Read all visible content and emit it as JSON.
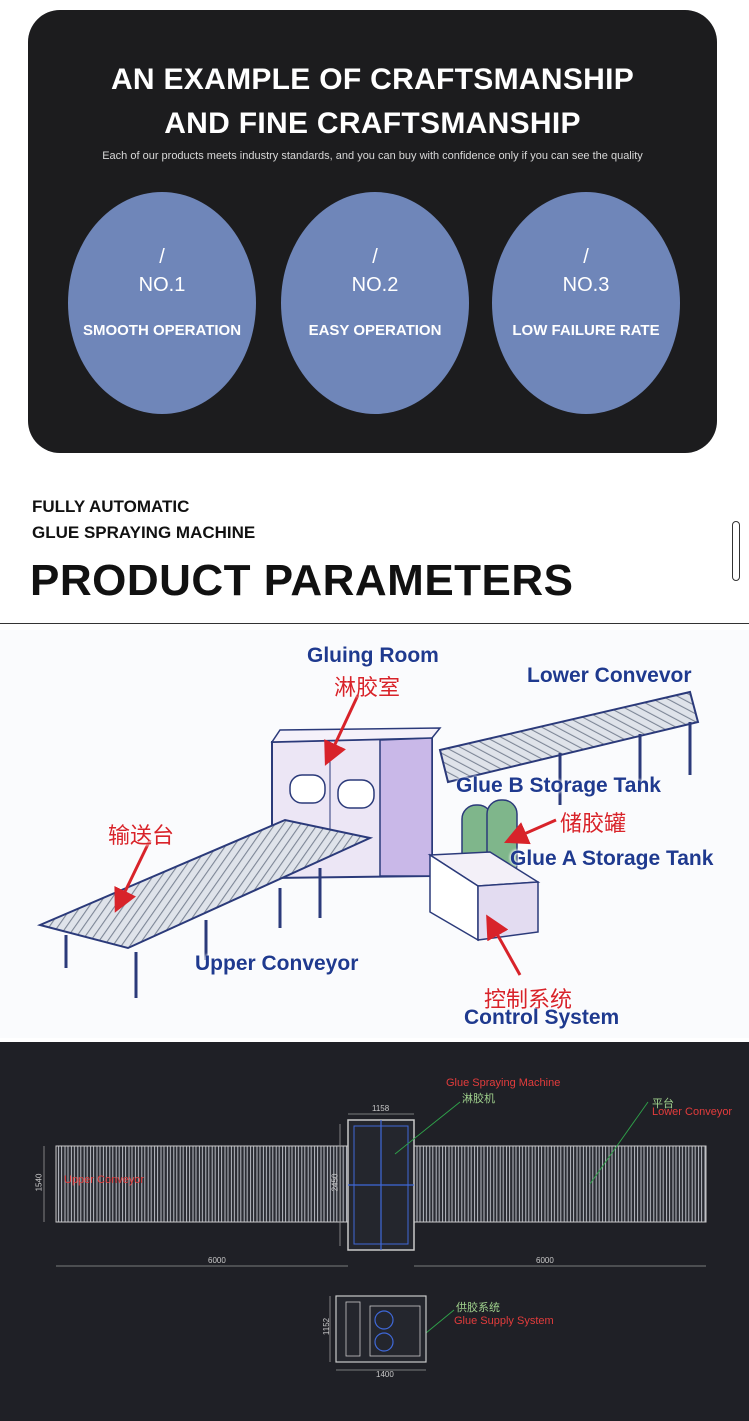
{
  "hero": {
    "title_line1": "AN EXAMPLE OF CRAFTSMANSHIP",
    "title_line2": "AND FINE CRAFTSMANSHIP",
    "subtitle": "Each of our products meets industry standards, and you can buy with confidence only if you can see the quality",
    "features": [
      {
        "slash": "/",
        "number": "NO.1",
        "label": "SMOOTH OPERATION"
      },
      {
        "slash": "/",
        "number": "NO.2",
        "label": "EASY OPERATION"
      },
      {
        "slash": "/",
        "number": "NO.3",
        "label": "LOW FAILURE RATE"
      }
    ],
    "circle_color": "#6f86b9",
    "background_color": "#1c1c1e"
  },
  "section": {
    "subtitle_line1": "FULLY AUTOMATIC",
    "subtitle_line2": "GLUE SPRAYING MACHINE",
    "title": "PRODUCT PARAMETERS"
  },
  "render_labels": {
    "gluing_room_en": "Gluing Room",
    "gluing_room_cn": "淋胶室",
    "lower_conveyor": "Lower Convevor",
    "glue_b_tank": "Glue B Storage Tank",
    "storage_tank_cn": "储胶罐",
    "glue_a_tank": "Glue A Storage Tank",
    "conveyor_table_cn": "输送台",
    "upper_conveyor": "Upper Conveyor",
    "control_system_cn": "控制系统",
    "control_system_en": "Control System"
  },
  "plan_labels": {
    "glue_spraying_machine": "Glue Spraying Machine",
    "glue_spraying_machine_cn": "淋胶机",
    "platform_cn": "平台",
    "lower_conveyor": "Lower Conveyor",
    "upper_conveyor": "Upper Conveyor",
    "glue_supply_cn": "供胶系统",
    "glue_supply_system": "Glue Supply System",
    "dim_width_machine": "1158",
    "dim_height_left": "1540",
    "dim_height_machine": "2450",
    "dim_left_length": "6000",
    "dim_right_length": "6000",
    "dim_supply_height": "1152",
    "dim_supply_width": "1400"
  }
}
